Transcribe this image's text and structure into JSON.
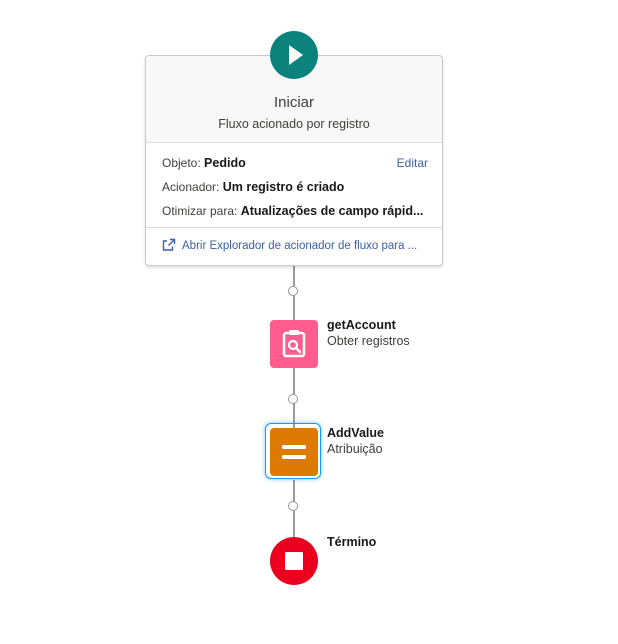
{
  "start": {
    "title": "Iniciar",
    "subtitle": "Fluxo acionado por registro",
    "object_label": "Objeto:",
    "object_value": "Pedido",
    "trigger_label": "Acionador:",
    "trigger_value": "Um registro é criado",
    "optimize_label": "Otimizar para:",
    "optimize_value": "Atualizações de campo rápid...",
    "edit_label": "Editar",
    "explorer_link": "Abrir Explorador de acionador de fluxo para ...",
    "play_icon": "play-icon",
    "color": "#0b827c"
  },
  "elements": [
    {
      "name": "getAccount",
      "type": "Obter registros",
      "icon": "record-lookup-icon",
      "color": "#ff5d8f"
    },
    {
      "name": "AddValue",
      "type": "Atribuição",
      "icon": "assignment-equals-icon",
      "color": "#dd7a01",
      "selected": true
    }
  ],
  "end": {
    "label": "Término",
    "icon": "stop-icon",
    "color": "#ea001e"
  }
}
